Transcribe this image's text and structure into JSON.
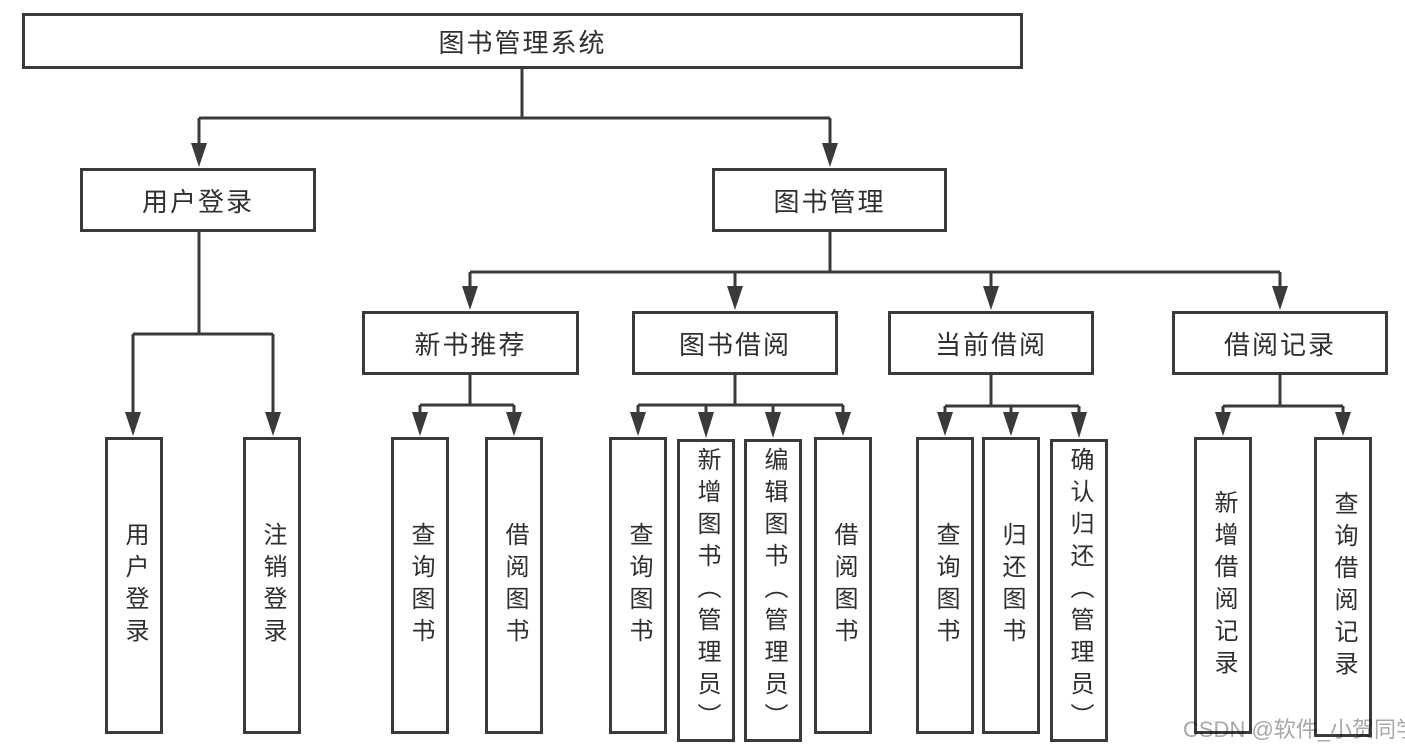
{
  "nodes": {
    "root": "图书管理系统",
    "user_login": "用户登录",
    "book_mgmt": "图书管理",
    "new_book_rec": "新书推荐",
    "book_borrow": "图书借阅",
    "current_borrow": "当前借阅",
    "borrow_records": "借阅记录",
    "leaf_user_login": "用户登录",
    "leaf_logout": "注销登录",
    "rec_query_book": "查询图书",
    "rec_borrow_book": "借阅图书",
    "bb_query_book": "查询图书",
    "bb_add_book": "新增图书（管理员）",
    "bb_edit_book": "编辑图书（管理员）",
    "bb_borrow_book": "借阅图书",
    "cb_query_book": "查询图书",
    "cb_return_book": "归还图书",
    "cb_confirm_return": "确认归还（管理员）",
    "br_add_record": "新增借阅记录",
    "br_query_record": "查询借阅记录"
  },
  "hierarchy": {
    "图书管理系统": {
      "用户登录": [
        "用户登录",
        "注销登录"
      ],
      "图书管理": {
        "新书推荐": [
          "查询图书",
          "借阅图书"
        ],
        "图书借阅": [
          "查询图书",
          "新增图书（管理员）",
          "编辑图书（管理员）",
          "借阅图书"
        ],
        "当前借阅": [
          "查询图书",
          "归还图书",
          "确认归还（管理员）"
        ],
        "借阅记录": [
          "新增借阅记录",
          "查询借阅记录"
        ]
      }
    }
  },
  "watermark": {
    "text": "CSDN @软件_小贺同学",
    "color": "#a8a8a8"
  },
  "colors": {
    "line": "#3a3a3a",
    "text": "#2f2f2f",
    "background": "#ffffff"
  }
}
